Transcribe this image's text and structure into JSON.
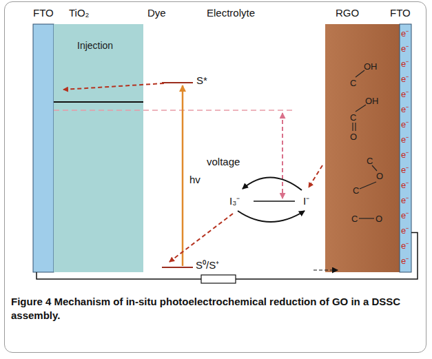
{
  "diagram": {
    "caption": "Figure 4 Mechanism of in-situ photoelectrochemical reduction of GO in a DSSC assembly.",
    "nodes": [
      {
        "text": [
          "FTO"
        ]
      },
      {
        "text": [
          "TiO₂",
          "Injection"
        ]
      },
      {
        "text": [
          "RGO",
          "OH",
          "C",
          "OH",
          "C",
          "O",
          "C",
          "O",
          "C",
          "C",
          "O"
        ]
      },
      {
        "text": [
          "FTO",
          "e⁻",
          "e⁻",
          "e⁻",
          "e⁻",
          "e⁻",
          "e⁻",
          "e⁻",
          "e⁻",
          "e⁻",
          "e⁻",
          "e⁻",
          "e⁻",
          "e⁻",
          "e⁻",
          "e⁻",
          "e⁻"
        ]
      }
    ],
    "edges": [
      {
        "from": 0,
        "to": 3,
        "arrow": "none"
      }
    ],
    "labels": [
      "Dye",
      "Electrolyte",
      "S*",
      "hv",
      "S⁰/S⁺",
      "voltage",
      "I₃⁻",
      "I⁻"
    ]
  }
}
